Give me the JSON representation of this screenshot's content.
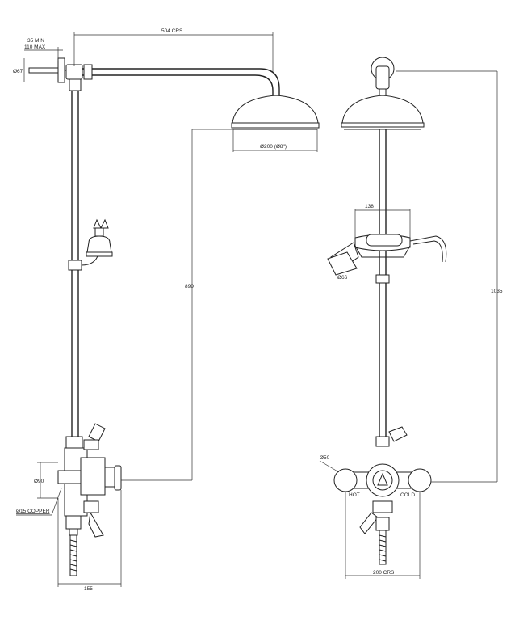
{
  "dimensions": {
    "top_crs": "504 CRS",
    "wall_min": "35 MIN",
    "wall_max": "110 MAX",
    "wall_flange": "Ø67",
    "head_diameter": "Ø200 (Ø8\")",
    "height_left": "890",
    "valve_diameter": "Ø90",
    "copper": "Ø15 COPPER",
    "valve_width": "155",
    "cradle_width": "138",
    "handset_diameter": "Ø66",
    "height_right": "1035",
    "elbow_diameter": "Ø50",
    "bottom_crs": "200 CRS"
  },
  "valve_labels": {
    "hot": "HOT",
    "cold": "COLD"
  }
}
